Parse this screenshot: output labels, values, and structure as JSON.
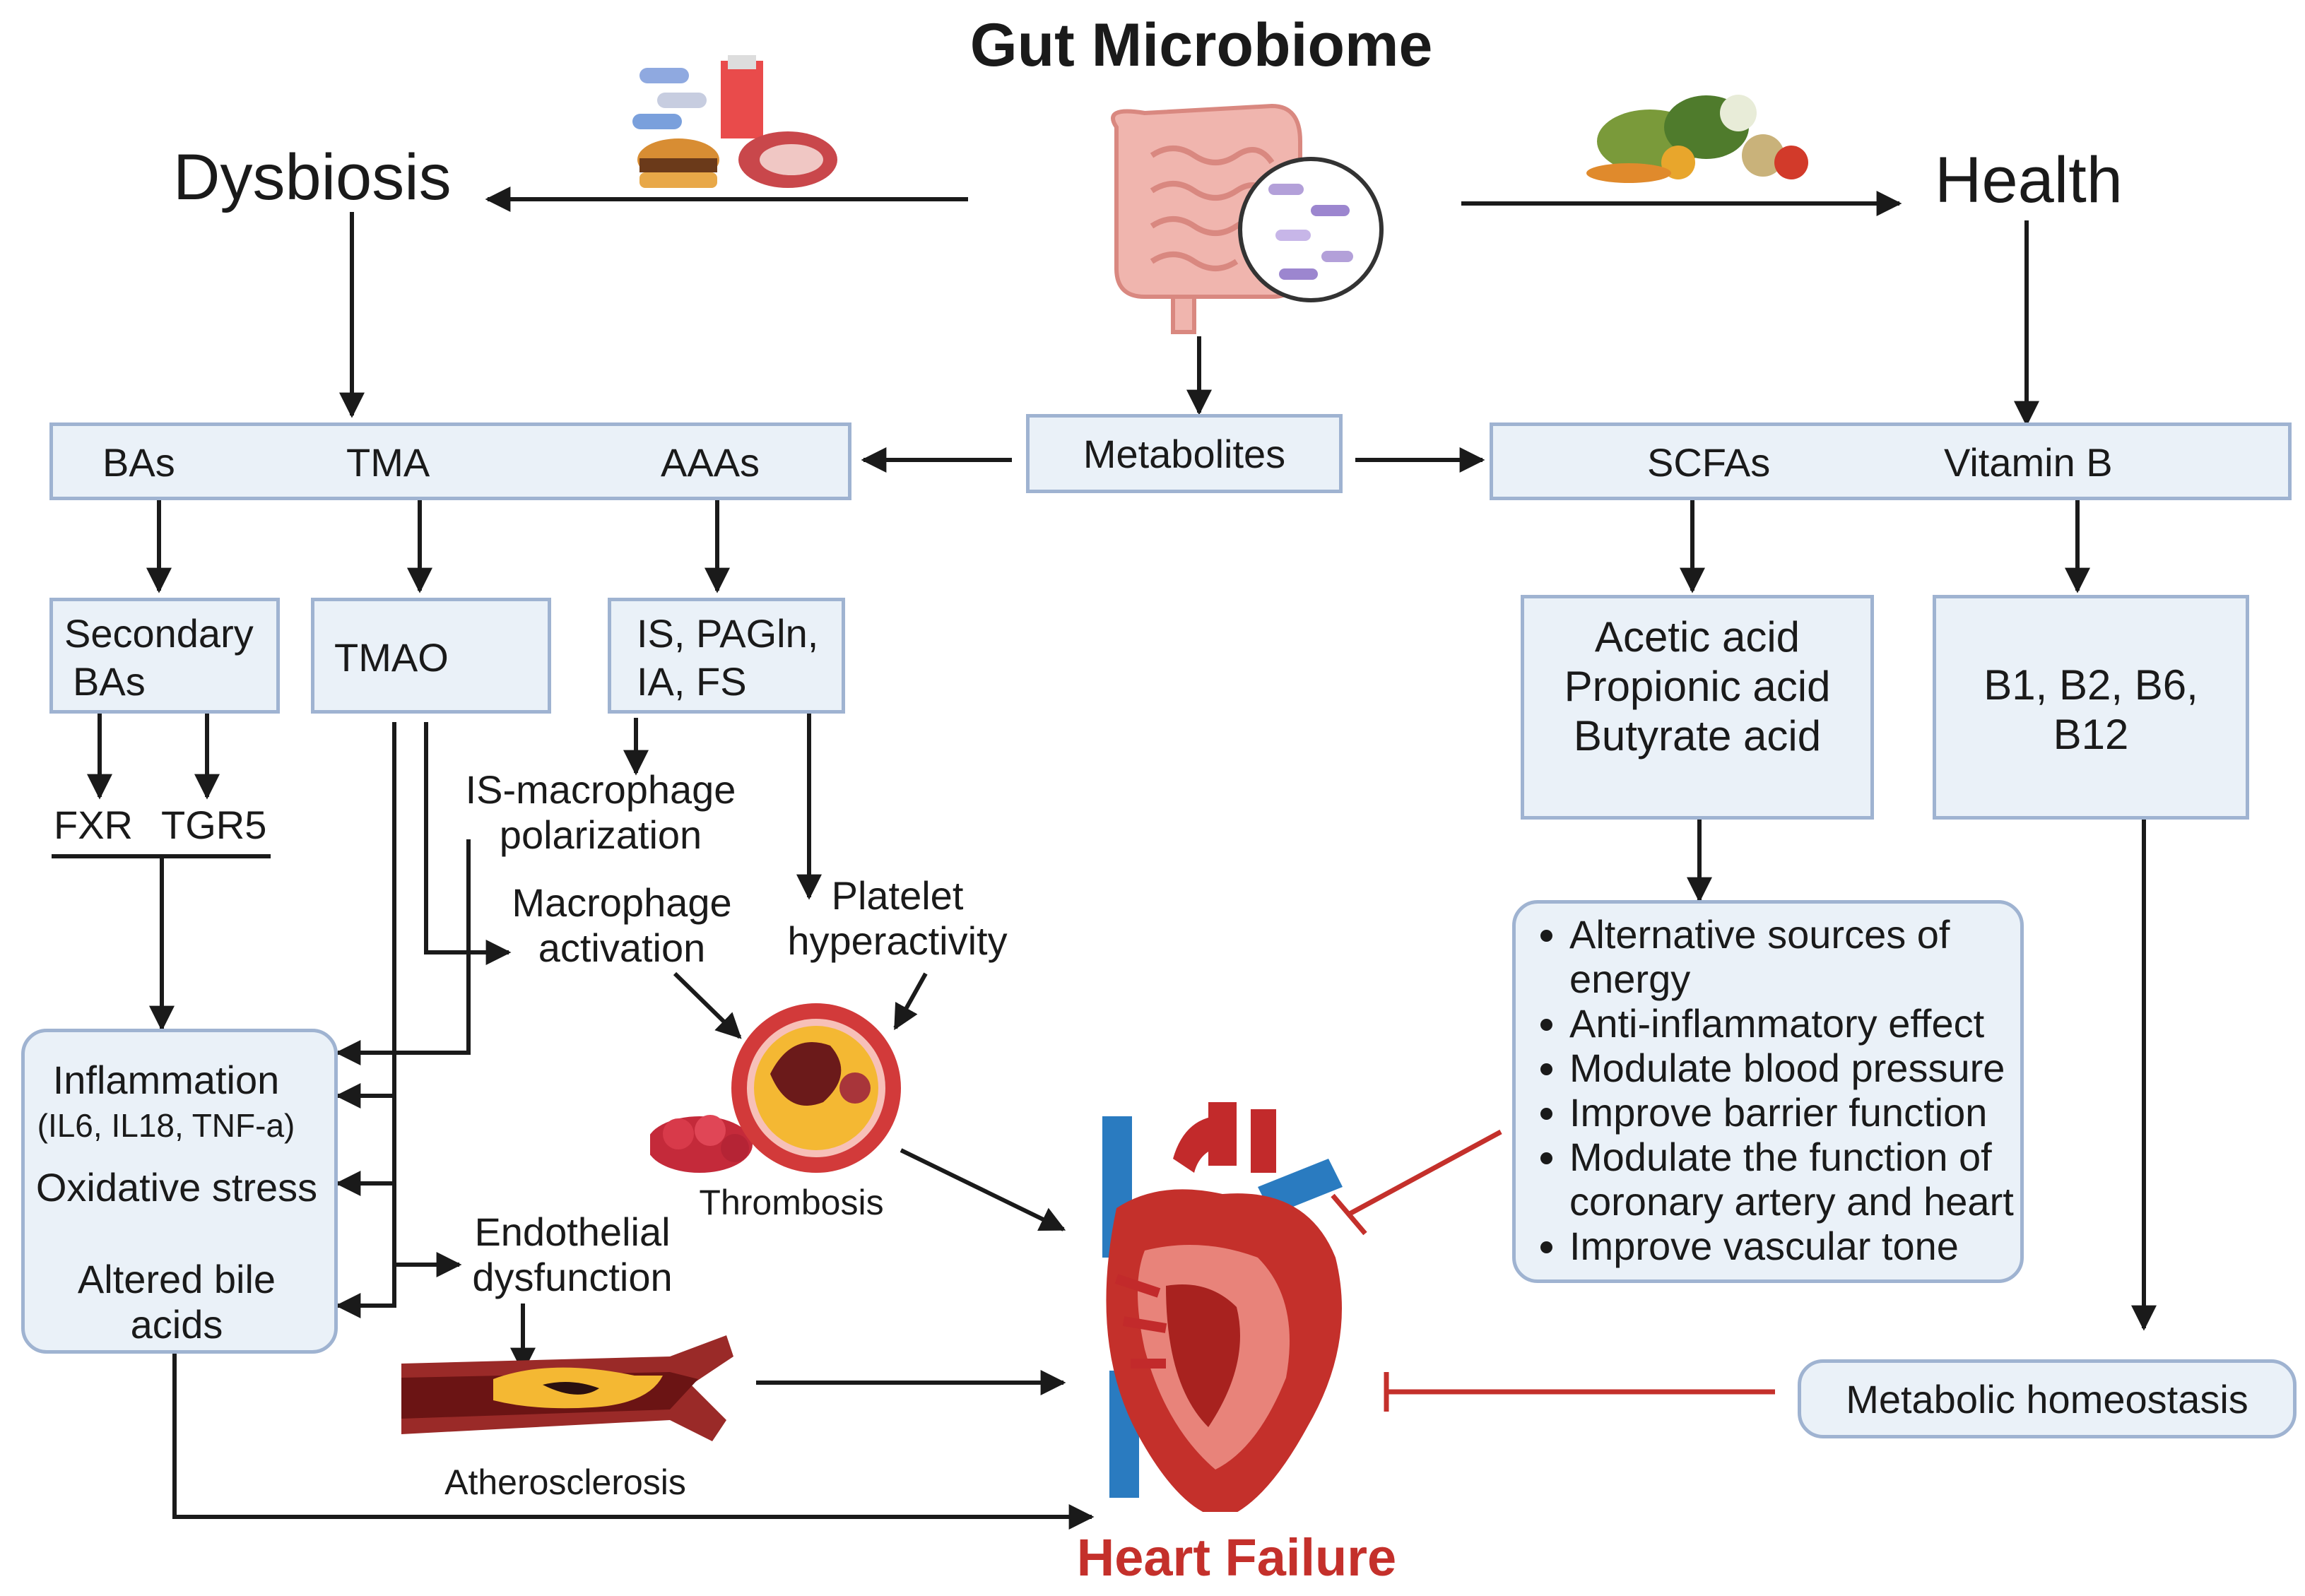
{
  "title": "Gut Microbiome",
  "dysbiosis": "Dysbiosis",
  "health": "Health",
  "metabolites": "Metabolites",
  "left_box": {
    "bas": "BAs",
    "tma": "TMA",
    "aaas": "AAAs"
  },
  "right_box": {
    "scfas": "SCFAs",
    "vitb": "Vitamin B"
  },
  "secondary_bas": [
    "Secondary",
    "BAs"
  ],
  "tmao": "TMAO",
  "is_box": [
    "IS, PAGln,",
    "IA, FS"
  ],
  "fxr": "FXR",
  "tgr5": "TGR5",
  "is_macro": [
    "IS-macrophage",
    "polarization"
  ],
  "macro_act": [
    "Macrophage",
    "activation"
  ],
  "platelet": [
    "Platelet",
    "hyperactivity"
  ],
  "inflammation": "Inflammation",
  "inflammation_sub": "(IL6, IL18, TNF-a)",
  "oxidative": "Oxidative stress",
  "altered": [
    "Altered bile",
    "acids"
  ],
  "thrombosis": "Thrombosis",
  "endothelial": [
    "Endothelial",
    "dysfunction"
  ],
  "atherosclerosis": "Atherosclerosis",
  "acids": [
    "Acetic acid",
    "Propionic acid",
    "Butyrate acid"
  ],
  "vitamins": [
    "B1, B2, B6,",
    "B12"
  ],
  "benefits": [
    [
      "Alternative sources of",
      "energy"
    ],
    [
      "Anti-inflammatory effect"
    ],
    [
      "Modulate blood pressure"
    ],
    [
      "Improve barrier function"
    ],
    [
      "Modulate the function of",
      "coronary artery and heart"
    ],
    [
      "Improve vascular tone"
    ]
  ],
  "metabolic": "Metabolic homeostasis",
  "heart_failure": "Heart Failure",
  "colors": {
    "box_fill": "#eaf1f8",
    "box_border": "#9fb3d1",
    "inhibit": "#c4302b",
    "heart": "#b8292b",
    "vessel_blue": "#2a7bc0",
    "plaque": "#f4b833"
  }
}
